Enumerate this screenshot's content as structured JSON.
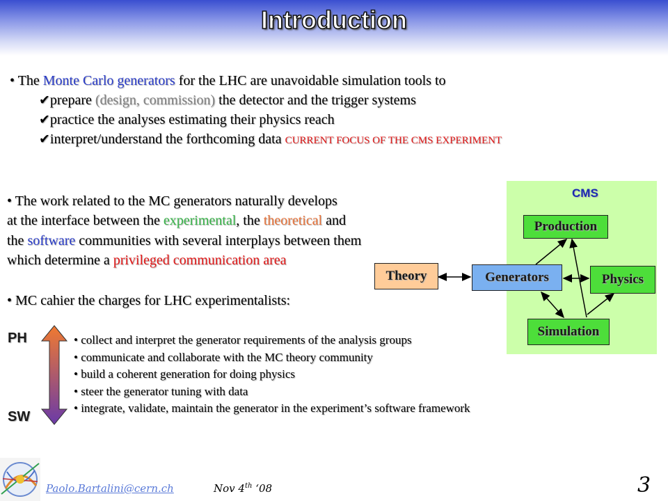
{
  "title": "Introduction",
  "section1": {
    "bullet": "•",
    "check": "✔",
    "l1": [
      "The ",
      "Monte Carlo generators",
      " for the LHC are unavoidable simulation tools to"
    ],
    "l2": [
      "prepare ",
      "(design, commission)",
      " the detector and the trigger systems"
    ],
    "l3": "practice the analyses estimating their physics reach",
    "l4": [
      "interpret/understand the forthcoming data ",
      "CURRENT FOCUS OF THE CMS EXPERIMENT"
    ]
  },
  "section2": {
    "l1": "The work related to the MC generators naturally develops",
    "l2": [
      "at the interface between the ",
      "experimental",
      ", the ",
      "theoretical",
      " and"
    ],
    "l3": [
      "the ",
      "software",
      " communities with several interplays between them"
    ],
    "l4": [
      "which determine a ",
      "privileged communication area"
    ]
  },
  "section3": {
    "l1": "MC cahier the charges for LHC experimentalists:"
  },
  "tasks": [
    "collect and interpret the generator requirements of the analysis groups",
    "communicate and collaborate with the MC theory community",
    "build a coherent generation for doing physics",
    "steer the generator tuning with data",
    "integrate, validate, maintain the generator in the experiment’s software framework"
  ],
  "axis": {
    "top": "PH",
    "bottom": "SW"
  },
  "diagram": {
    "cms": "CMS",
    "production": "Production",
    "theory": "Theory",
    "generators": "Generators",
    "physics": "Physics",
    "simulation": "Simulation"
  },
  "colors": {
    "blue": "#2a3cc8",
    "grey": "#808080",
    "green": "#39b54a",
    "orange": "#e8733a",
    "red": "#e31919",
    "cms_panel": "#ccffaa",
    "box_green": "#4dde3a",
    "theory_box": "#ffcc99",
    "generators_box": "#7ab0f0",
    "arrow_top": "#f07a30",
    "arrow_bottom": "#6a3aa8"
  },
  "footer": {
    "email": "Paolo.Bartalini@cern.ch",
    "date_main": "Nov 4",
    "date_sup": "th",
    "date_tail": " ‘08",
    "page": "3"
  }
}
